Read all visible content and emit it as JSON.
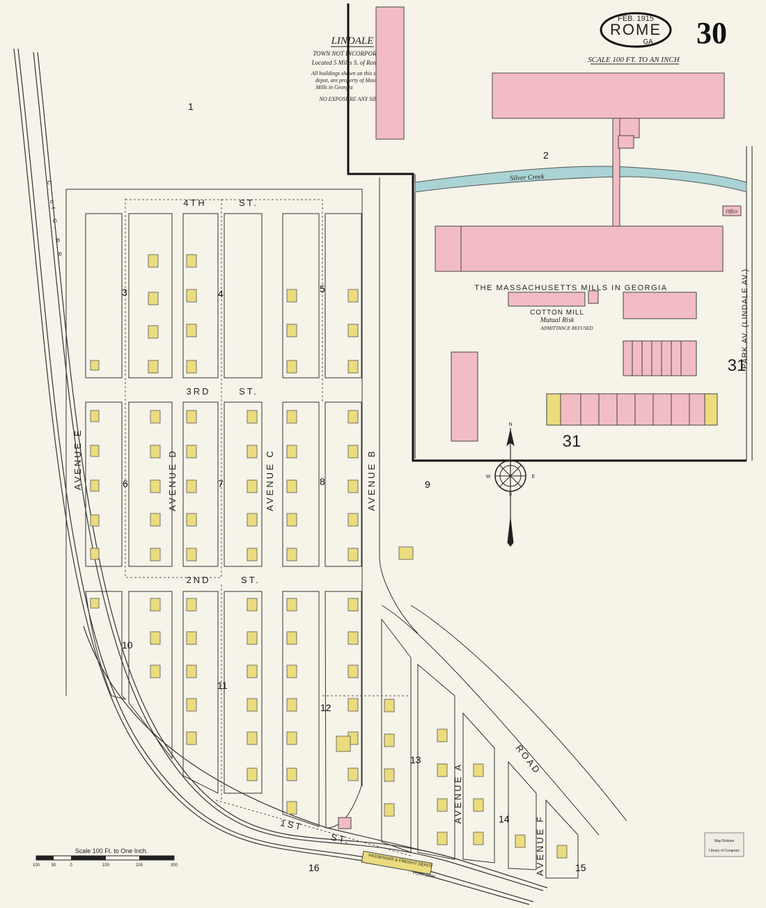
{
  "header": {
    "date": "FEB. 1915",
    "city": "ROME",
    "state": "GA.",
    "sheet_number": "30",
    "scale_top": "SCALE 100 FT. TO AN INCH"
  },
  "title_block": {
    "town": "LINDALE",
    "line1": "TOWN NOT INCORPORATED",
    "line2": "Located 5 Miles S. of Rome, Ga.",
    "line3": "All buildings shown on this sheet, except",
    "line4": "depot, are property of Massachusetts",
    "line5": "Mills in Georgia",
    "line6": "NO EXPOSURE ANY SIDE"
  },
  "mill": {
    "name": "THE MASSACHUSETTS MILLS IN GEORGIA",
    "line1": "COTTON MILL",
    "line2": "Mutual Risk",
    "line3": "ADMITTANCE REFUSED",
    "office": "Office",
    "creek": "Silver Creek",
    "ref_sheet_a": "31",
    "ref_sheet_b": "31"
  },
  "streets": {
    "st4": "4TH",
    "st3": "3RD",
    "st2": "2ND",
    "st1": "1ST",
    "st": "ST.",
    "ave_e": "AVENUE E",
    "ave_d": "AVENUE D",
    "ave_c": "AVENUE C",
    "ave_b": "AVENUE B",
    "ave_a": "AVENUE A",
    "ave_f": "AVENUE F",
    "road": "ROAD",
    "park_av": "PARK AV. (LINDALE AV.)",
    "railroad": "C. of G. R.R."
  },
  "blocks": [
    "1",
    "2",
    "3",
    "4",
    "5",
    "6",
    "7",
    "8",
    "9",
    "10",
    "11",
    "12",
    "13",
    "14",
    "15",
    "16"
  ],
  "compass": {
    "n": "N",
    "s": "S",
    "e": "E",
    "w": "W"
  },
  "scale_bar": {
    "title": "Scale 100 Ft. to One Inch.",
    "ticks": [
      "100",
      "50",
      "0",
      "100",
      "200",
      "300"
    ]
  },
  "stamp": {
    "line1": "Map Division",
    "line2": "Library of Congress"
  },
  "depot": {
    "line1": "PASSENGER & FREIGHT DEPOT",
    "line2": "PLATFORM"
  },
  "colors": {
    "brick_pink": "#f2bcc4",
    "frame_yellow": "#ebdc7e",
    "paper": "#f6f3e9",
    "creek_blue": "#a9d3d4",
    "ink": "#222222"
  }
}
